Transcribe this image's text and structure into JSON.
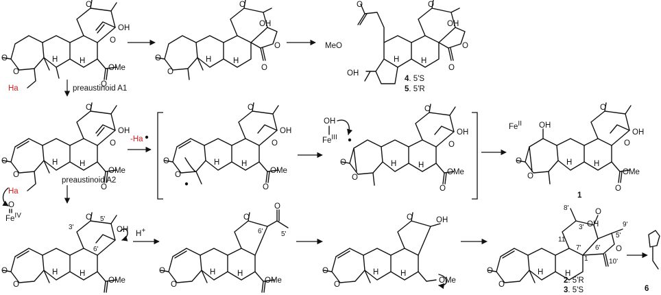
{
  "labels": {
    "oh": "OH",
    "ome": "OMe",
    "h": "H",
    "o": "O",
    "ha": "Ha",
    "ha_radical": "-Ha",
    "fe_iii": "FeIII",
    "fe_iv": "FeIV",
    "fe_ii": "FeII",
    "h_plus": "H+",
    "ome_left": "MeO",
    "preaustinoid_a1": "preaustinoid A1",
    "preaustinoid_a2": "preaustinoid A2"
  },
  "locants": {
    "c3p": "3'",
    "c5p": "5'",
    "c6p": "6'",
    "c7p": "7'",
    "c8p": "8'",
    "c9p": "9'",
    "c10p": "10'",
    "c1": "1",
    "c11": "11"
  },
  "compounds": {
    "c4": "4",
    "c4_desc": ". 5'S",
    "c5": "5",
    "c5_desc": ". 5'R",
    "c1": "1",
    "c2": "2",
    "c2_desc": ". 5'R",
    "c3": "3",
    "c3_desc": ". 5'S",
    "c6": "6"
  }
}
